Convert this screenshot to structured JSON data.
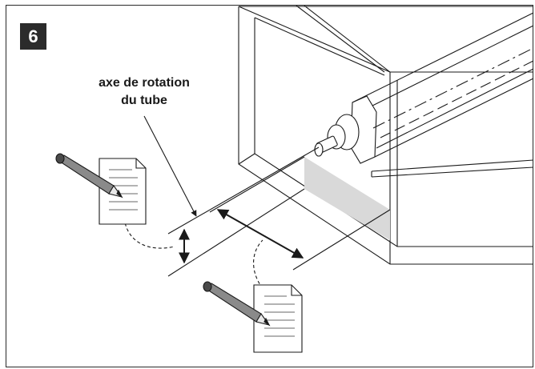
{
  "figure": {
    "number": "6",
    "callout_line1": "axe de rotation",
    "callout_line2": "du tube"
  },
  "colors": {
    "ink": "#1a1a1a",
    "shade": "#d9d9d9",
    "pencil": "#8a8a8a",
    "pencil_dark": "#4a4a4a"
  },
  "icons": [
    "pencil-icon",
    "document-icon",
    "double-arrow-icon"
  ]
}
